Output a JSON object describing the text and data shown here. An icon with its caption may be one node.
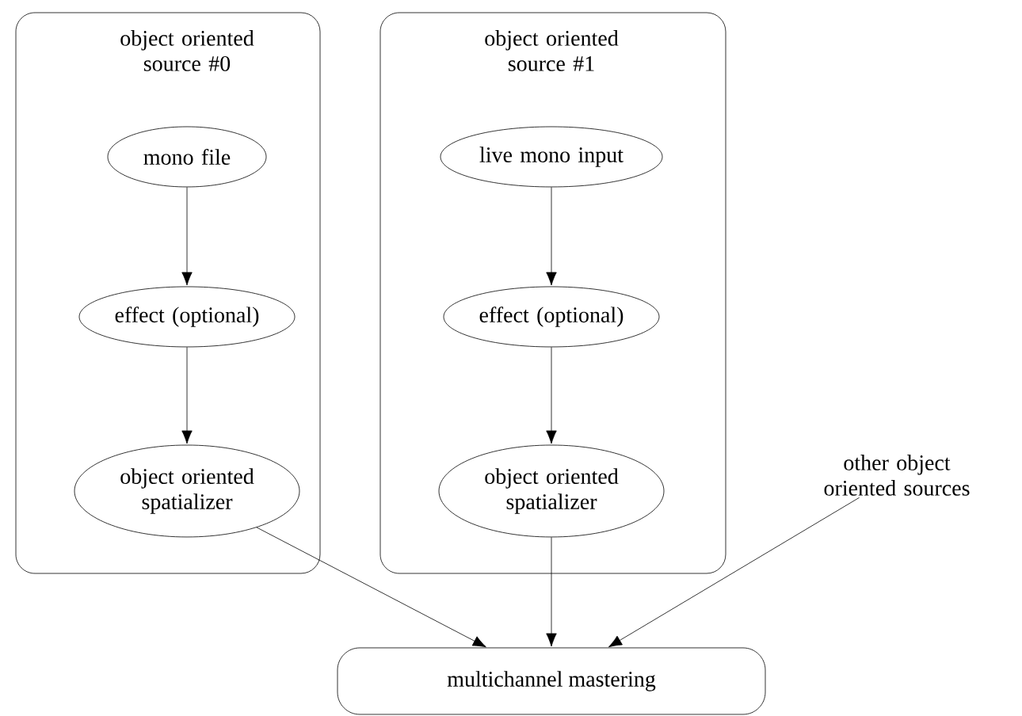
{
  "diagram": {
    "nodes": [
      {
        "text": [
          "object oriented source #0"
        ]
      },
      {
        "text": [
          "mono file"
        ],
        "in": 0
      },
      {
        "text": [
          "effect (optional)"
        ],
        "in": 0
      },
      {
        "text": [
          "object oriented spatializer"
        ],
        "in": 0
      },
      {
        "text": [
          "object oriented source #1"
        ]
      },
      {
        "text": [
          "live mono input"
        ],
        "in": 4
      },
      {
        "text": [
          "effect (optional)"
        ],
        "in": 4
      },
      {
        "text": [
          "object oriented spatializer"
        ],
        "in": 4
      },
      {
        "text": [
          "other object oriented sources"
        ]
      },
      {
        "text": [
          "multichannel mastering"
        ]
      }
    ],
    "edges": [
      {
        "from": 1,
        "to": 2,
        "arrow": "to"
      },
      {
        "from": 2,
        "to": 3,
        "arrow": "to"
      },
      {
        "from": 5,
        "to": 6,
        "arrow": "to"
      },
      {
        "from": 6,
        "to": 7,
        "arrow": "to"
      },
      {
        "from": 3,
        "to": 9,
        "arrow": "to"
      },
      {
        "from": 7,
        "to": 9,
        "arrow": "to"
      },
      {
        "from": 8,
        "to": 9,
        "arrow": "to"
      }
    ]
  }
}
